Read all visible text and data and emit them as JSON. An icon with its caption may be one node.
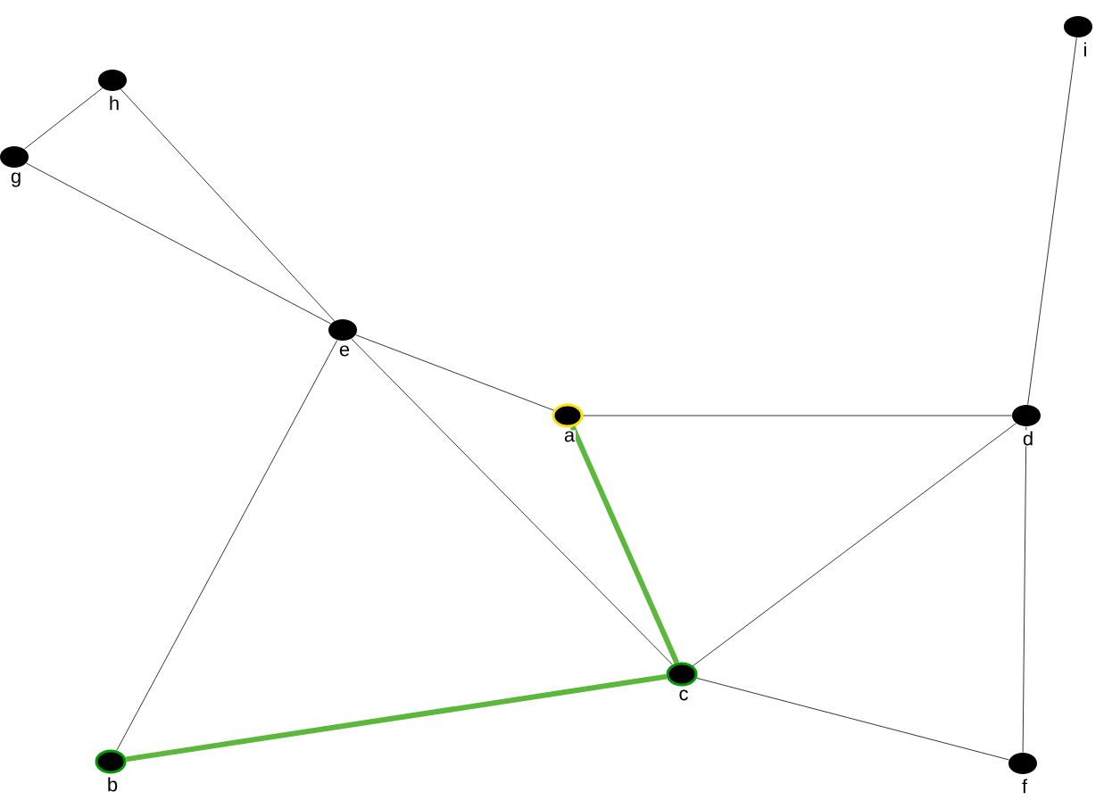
{
  "diagram": {
    "nodes": [
      {
        "text": [],
        "shape": "circle",
        "beside": [
          "h"
        ]
      },
      {
        "text": [],
        "shape": "circle",
        "beside": [
          "g"
        ]
      },
      {
        "text": [],
        "shape": "circle",
        "beside": [
          "e"
        ]
      },
      {
        "text": [],
        "shape": "circle",
        "beside": [
          "a"
        ]
      },
      {
        "text": [],
        "shape": "circle",
        "beside": [
          "d"
        ]
      },
      {
        "text": [],
        "shape": "circle",
        "beside": [
          "i"
        ]
      },
      {
        "text": [],
        "shape": "circle",
        "beside": [
          "c"
        ]
      },
      {
        "text": [],
        "shape": "circle",
        "beside": [
          "b"
        ]
      },
      {
        "text": [],
        "shape": "circle",
        "beside": [
          "f"
        ]
      }
    ],
    "edges": [
      {
        "from": 0,
        "to": 1,
        "arrow": "none"
      },
      {
        "from": 0,
        "to": 2,
        "arrow": "none"
      },
      {
        "from": 1,
        "to": 2,
        "arrow": "none"
      },
      {
        "from": 2,
        "to": 3,
        "arrow": "none"
      },
      {
        "from": 2,
        "to": 7,
        "arrow": "none"
      },
      {
        "from": 2,
        "to": 6,
        "arrow": "none"
      },
      {
        "from": 3,
        "to": 4,
        "arrow": "none"
      },
      {
        "from": 3,
        "to": 6,
        "arrow": "none",
        "style": "thick",
        "color": "#5cb83c"
      },
      {
        "from": 4,
        "to": 5,
        "arrow": "none"
      },
      {
        "from": 4,
        "to": 6,
        "arrow": "none"
      },
      {
        "from": 4,
        "to": 8,
        "arrow": "none"
      },
      {
        "from": 6,
        "to": 7,
        "arrow": "none",
        "style": "thick",
        "color": "#5cb83c"
      },
      {
        "from": 6,
        "to": 8,
        "arrow": "none"
      }
    ]
  }
}
